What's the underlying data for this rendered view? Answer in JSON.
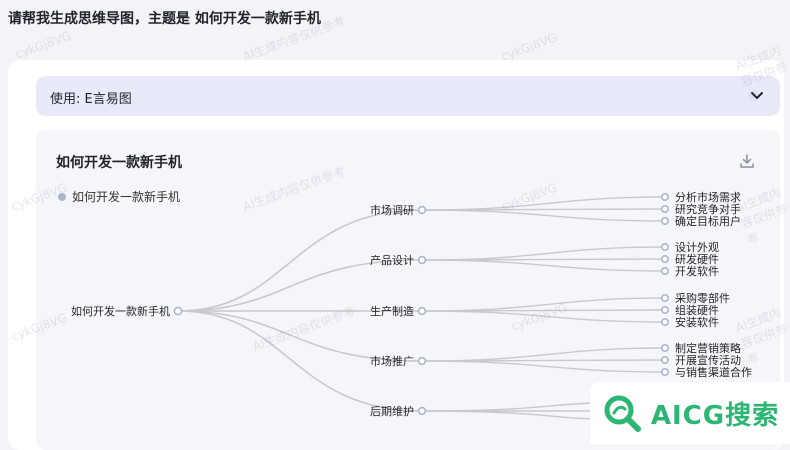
{
  "prompt": "请帮我生成思维导图，主题是 如何开发一款新手机",
  "toolbar": {
    "label": "使用: E言易图"
  },
  "panel": {
    "title": "如何开发一款新手机"
  },
  "legend": {
    "label": "如何开发一款新手机"
  },
  "mindmap": {
    "root": "如何开发一款新手机",
    "branches": [
      {
        "label": "市场调研",
        "children": [
          "分析市场需求",
          "研究竞争对手",
          "确定目标用户"
        ]
      },
      {
        "label": "产品设计",
        "children": [
          "设计外观",
          "研发硬件",
          "开发软件"
        ]
      },
      {
        "label": "生产制造",
        "children": [
          "采购零部件",
          "组装硬件",
          "安装软件"
        ]
      },
      {
        "label": "市场推广",
        "children": [
          "制定营销策略",
          "开展宣传活动",
          "与销售渠道合作"
        ]
      },
      {
        "label": "后期维护",
        "children": []
      }
    ]
  },
  "watermark": {
    "code": "cykGj8VG",
    "text": "AI生成内容仅供参考"
  },
  "badge": {
    "text": "AICG搜索"
  },
  "colors": {
    "accent": "#2bb673",
    "toolbar_bg": "#e8eaf9",
    "line": "#c7c9cf",
    "dot": "#a9b6cc"
  }
}
